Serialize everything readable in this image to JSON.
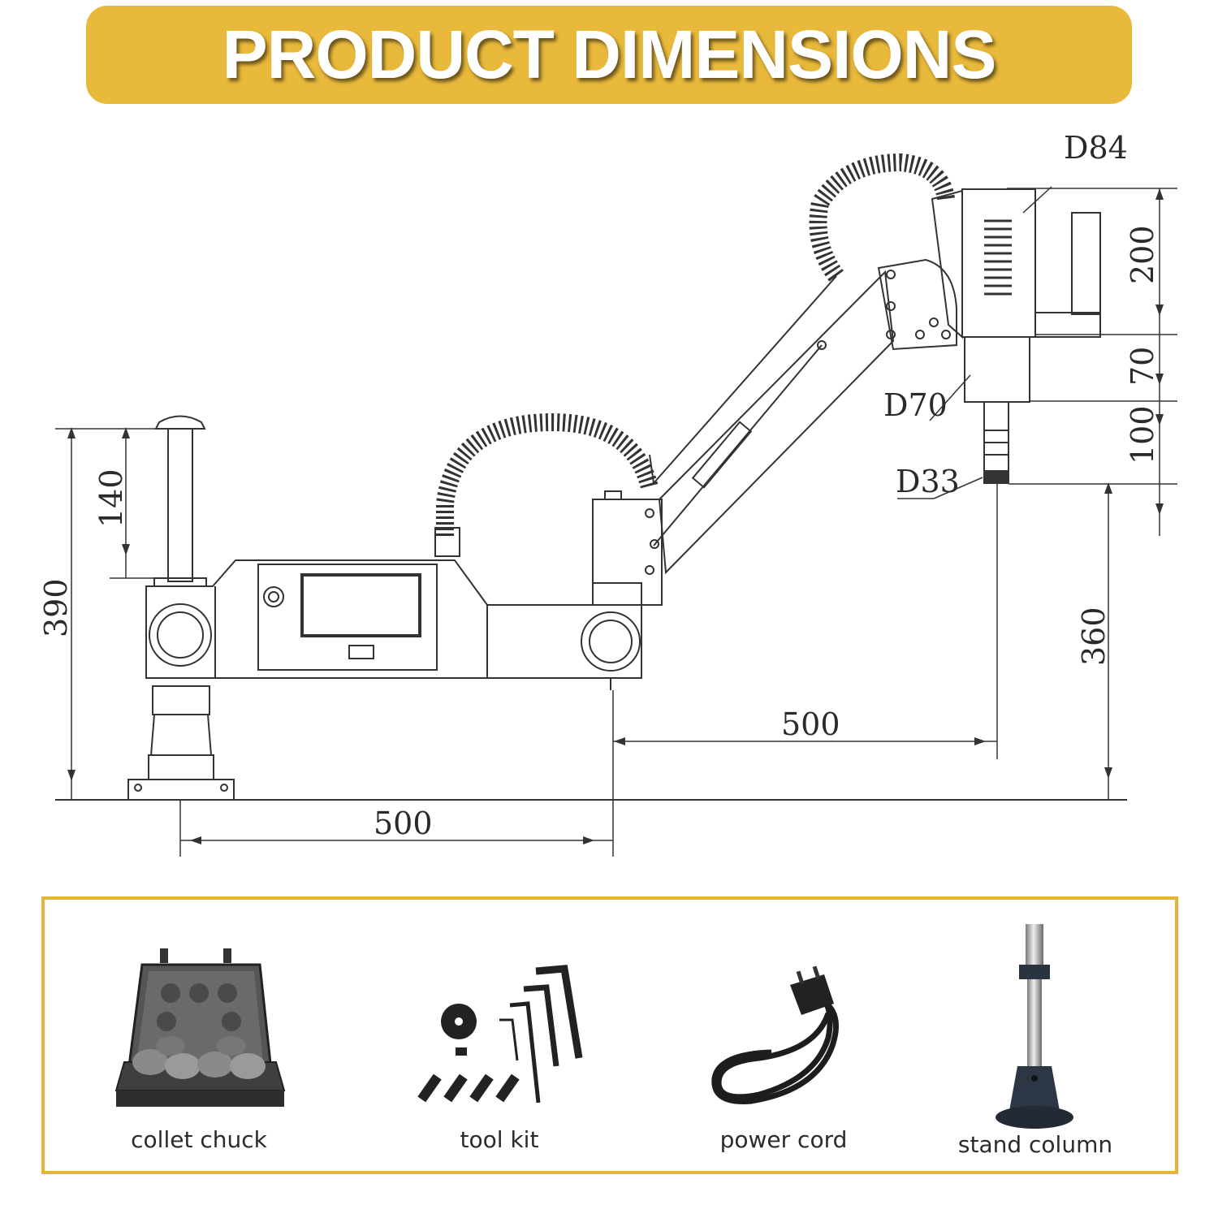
{
  "header": {
    "title": "PRODUCT DIMENSIONS"
  },
  "colors": {
    "accent": "#E9B93B",
    "line": "#333333",
    "border": "#E2B43A"
  },
  "dimensions": {
    "motor_diameter": "D84",
    "motor_height": "200",
    "spindle_housing_height": "70",
    "spindle_housing_diameter": "D70",
    "chuck_length": "100",
    "chuck_diameter": "D33",
    "column_height": "390",
    "column_top": "140",
    "head_height": "360",
    "arm_reach": "500",
    "base_reach": "500"
  },
  "accessories": [
    {
      "label": "collet chuck",
      "icon": "collet-chuck-case-icon"
    },
    {
      "label": "tool kit",
      "icon": "tool-kit-icon"
    },
    {
      "label": "power cord",
      "icon": "power-cord-icon"
    },
    {
      "label": "stand column",
      "icon": "stand-column-icon"
    }
  ]
}
